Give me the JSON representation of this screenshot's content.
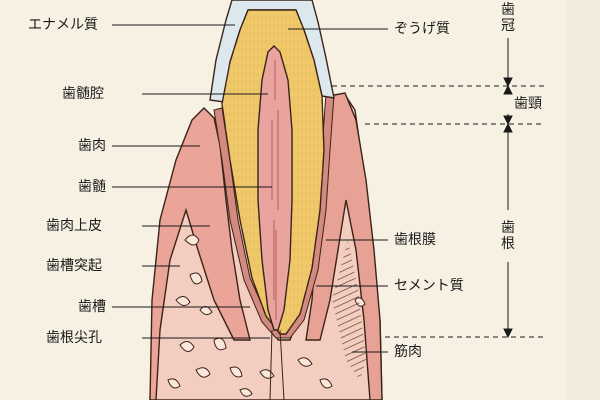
{
  "labels": {
    "enamel": "エナメル質",
    "pulp_cavity": "歯髄腔",
    "gingiva": "歯肉",
    "pulp": "歯髄",
    "gingival_epithelium": "歯肉上皮",
    "alveolar_process": "歯槽突起",
    "alveolus": "歯槽",
    "apical_foramen": "歯根尖孔",
    "dentin": "ぞうげ質",
    "periodontal_ligament": "歯根膜",
    "cementum": "セメント質",
    "muscle": "筋肉"
  },
  "regions": {
    "crown": "歯冠",
    "neck": "歯頸",
    "root": "歯根"
  },
  "colors": {
    "background": "#f7f1e3",
    "enamel": "#dde8ee",
    "dentin": "#f0c86a",
    "pulp": "#e9a4a0",
    "gum": "#eeb5aa",
    "bone": "#f3cdbf",
    "outline": "#3a2418"
  }
}
